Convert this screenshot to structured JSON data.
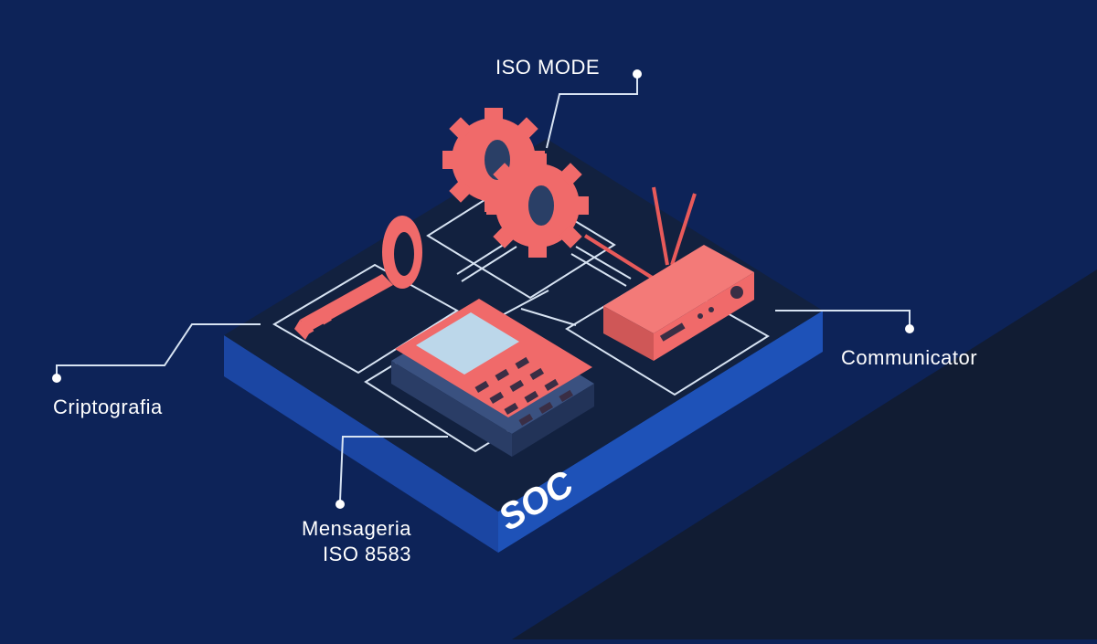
{
  "diagram": {
    "chip_label": "SOC",
    "labels": {
      "iso_mode": "ISO MODE",
      "communicator": "Communicator",
      "criptografia": "Criptografia",
      "mensageria_line1": "Mensageria",
      "mensageria_line2": "ISO 8583"
    }
  },
  "colors": {
    "background": "#0d2358",
    "corner": "#111c33",
    "chip_top": "#12213f",
    "chip_side": "#1d4aa8",
    "accent": "#f06a6a",
    "screen": "#bcd7ea",
    "line": "#d7e3f2"
  }
}
